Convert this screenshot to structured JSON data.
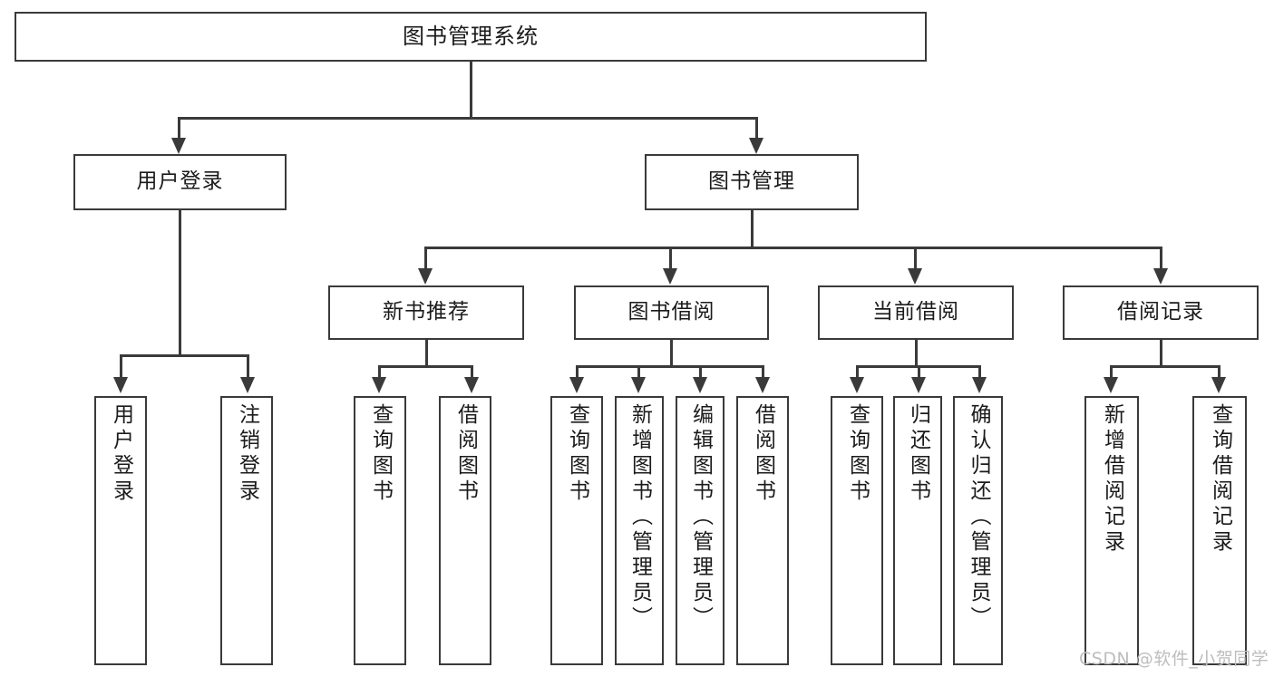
{
  "diagram": {
    "title": "图书管理系统",
    "type": "hierarchy-tree",
    "root": {
      "id": "root",
      "label": "图书管理系统",
      "orientation": "horizontal"
    },
    "level2": [
      {
        "id": "user-login",
        "label": "用户登录",
        "orientation": "horizontal"
      },
      {
        "id": "book-management",
        "label": "图书管理",
        "orientation": "horizontal"
      }
    ],
    "level3": [
      {
        "id": "new-book-recommend",
        "label": "新书推荐",
        "orientation": "horizontal"
      },
      {
        "id": "book-borrow",
        "label": "图书借阅",
        "orientation": "horizontal"
      },
      {
        "id": "current-borrow",
        "label": "当前借阅",
        "orientation": "horizontal"
      },
      {
        "id": "borrow-record",
        "label": "借阅记录",
        "orientation": "horizontal"
      }
    ],
    "leaves": [
      {
        "id": "leaf-user-login",
        "label": "用户登录",
        "parent": "user-login",
        "orientation": "vertical"
      },
      {
        "id": "leaf-user-logout",
        "label": "注销登录",
        "parent": "user-login",
        "orientation": "vertical"
      },
      {
        "id": "leaf-query-book-1",
        "label": "查询图书",
        "parent": "new-book-recommend",
        "orientation": "vertical"
      },
      {
        "id": "leaf-borrow-book-1",
        "label": "借阅图书",
        "parent": "new-book-recommend",
        "orientation": "vertical"
      },
      {
        "id": "leaf-query-book-2",
        "label": "查询图书",
        "parent": "book-borrow",
        "orientation": "vertical"
      },
      {
        "id": "leaf-add-book",
        "label": "新增图书（管理员）",
        "parent": "book-borrow",
        "orientation": "vertical"
      },
      {
        "id": "leaf-edit-book",
        "label": "编辑图书（管理员）",
        "parent": "book-borrow",
        "orientation": "vertical"
      },
      {
        "id": "leaf-borrow-book-2",
        "label": "借阅图书",
        "parent": "book-borrow",
        "orientation": "vertical"
      },
      {
        "id": "leaf-query-book-3",
        "label": "查询图书",
        "parent": "current-borrow",
        "orientation": "vertical"
      },
      {
        "id": "leaf-return-book",
        "label": "归还图书",
        "parent": "current-borrow",
        "orientation": "vertical"
      },
      {
        "id": "leaf-confirm-return",
        "label": "确认归还（管理员）",
        "parent": "current-borrow",
        "orientation": "vertical"
      },
      {
        "id": "leaf-add-record",
        "label": "新增借阅记录",
        "parent": "borrow-record",
        "orientation": "vertical"
      },
      {
        "id": "leaf-query-record",
        "label": "查询借阅记录",
        "parent": "borrow-record",
        "orientation": "vertical"
      }
    ],
    "watermark": "CSDN @软件_小贺同学",
    "colors": {
      "stroke": "#3a3a3a",
      "text": "#1b1b1b",
      "background": "#ffffff",
      "watermark": "#bdbdbd"
    }
  }
}
